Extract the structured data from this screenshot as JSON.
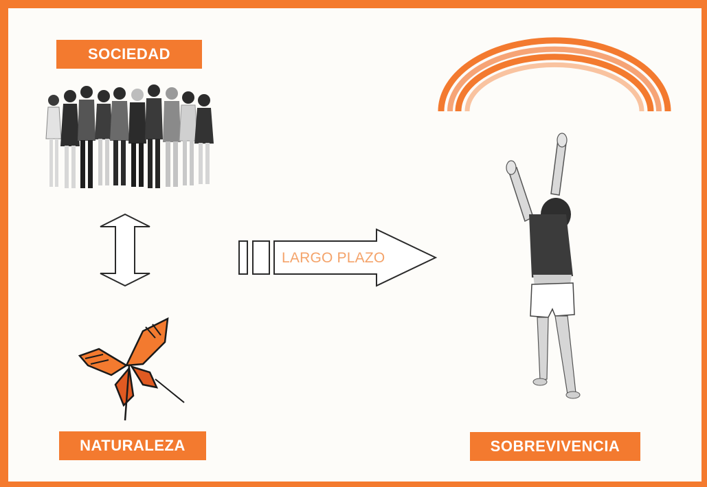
{
  "labels": {
    "sociedad": "SOCIEDAD",
    "naturaleza": "NATURALEZA",
    "sobrevivencia": "SOBREVIVENCIA",
    "largo_plazo": "LARGO PLAZO"
  },
  "colors": {
    "accent_orange": "#f37a2f",
    "frame_orange": "#f47a2e",
    "background": "#fdfcf9",
    "arrow_text": "#f4a36a"
  },
  "icons": [
    "people-group-illustration",
    "butterfly-illustration",
    "child-reaching-illustration",
    "rainbow-icon",
    "double-arrow-icon",
    "right-arrow-icon"
  ]
}
